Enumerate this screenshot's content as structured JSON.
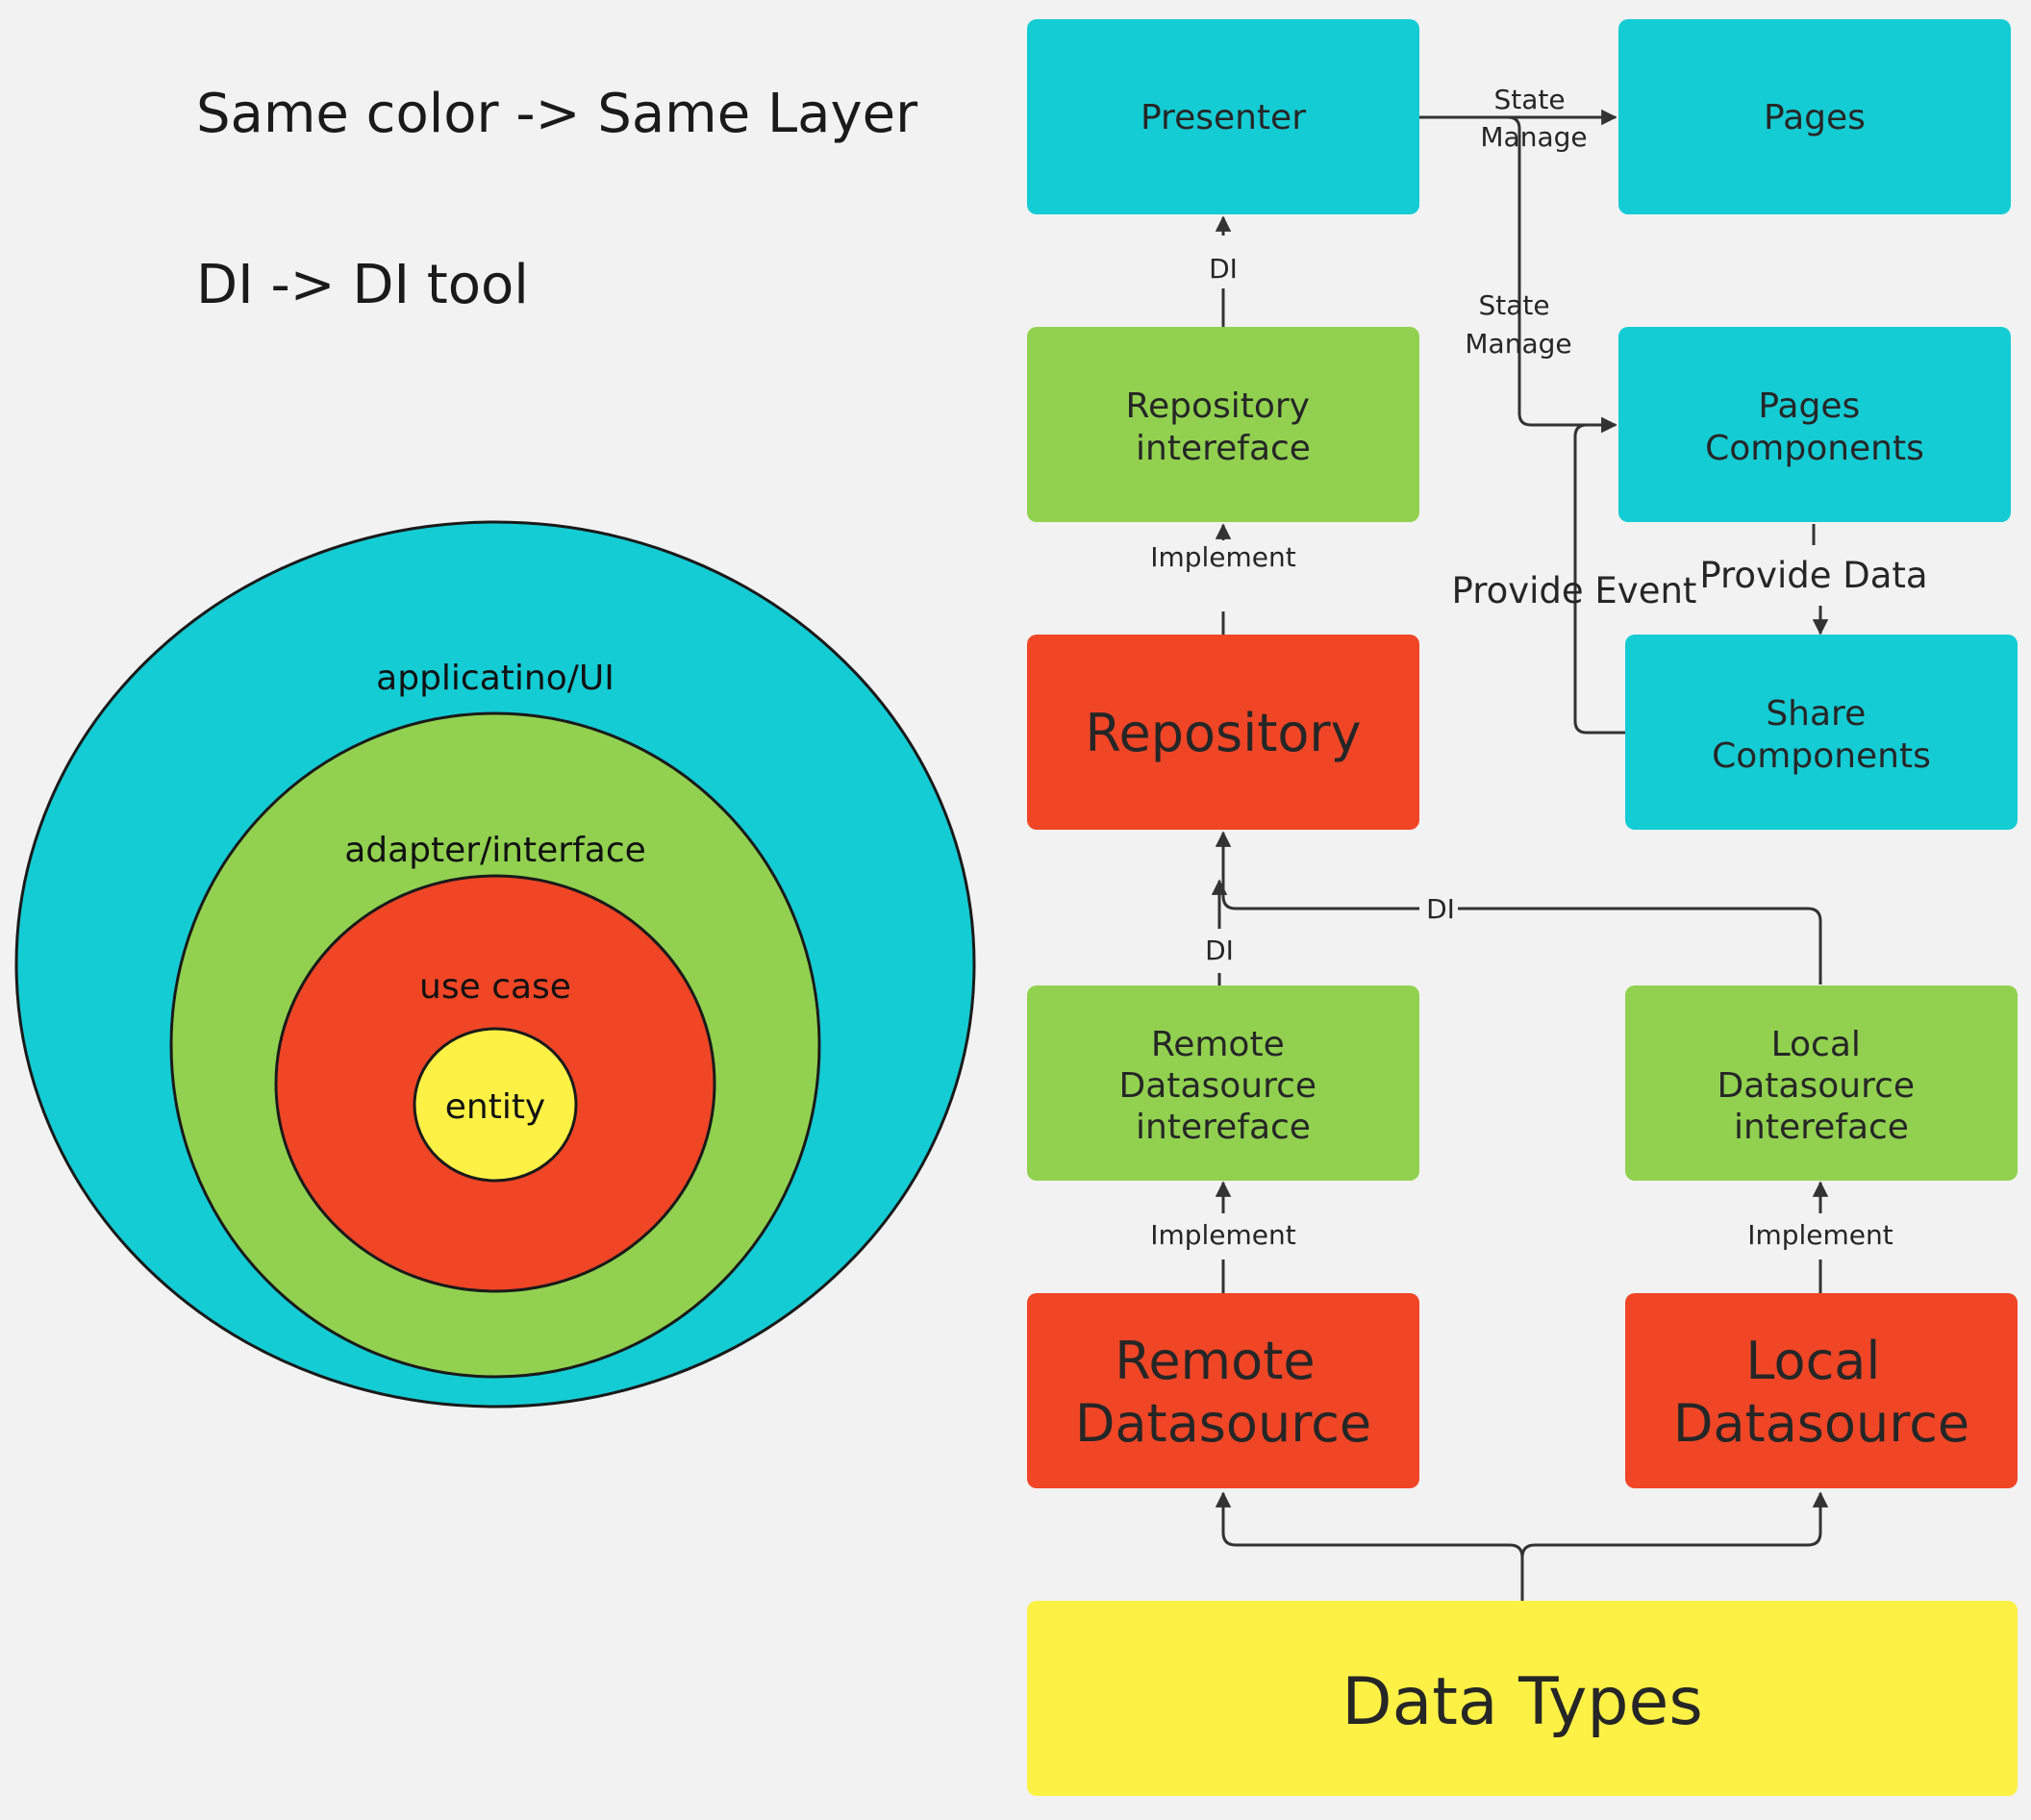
{
  "notes": {
    "same_color": "Same color -> Same Layer",
    "di_tool": "DI -> DI tool"
  },
  "rings": {
    "outer": "applicatino/UI",
    "second": "adapter/interface",
    "third": "use case",
    "core": "entity"
  },
  "boxes": {
    "presenter": [
      "Presenter"
    ],
    "pages": [
      "Pages"
    ],
    "repository_interface": [
      "Repository",
      "intereface"
    ],
    "pages_components": [
      "Pages",
      "Components"
    ],
    "repository": [
      "Repository"
    ],
    "share_components": [
      "Share",
      "Components"
    ],
    "remote_ds_interface": [
      "Remote",
      "Datasource",
      "intereface"
    ],
    "local_ds_interface": [
      "Local",
      "Datasource",
      "intereface"
    ],
    "remote_ds": [
      "Remote",
      "Datasource"
    ],
    "local_ds": [
      "Local",
      "Datasource"
    ],
    "data_types": [
      "Data Types"
    ]
  },
  "edges": {
    "state_manage_pages": [
      "State",
      "Manage"
    ],
    "state_manage_components": [
      "State",
      "Manage"
    ],
    "di_presenter": "DI",
    "implement_repo": "Implement",
    "provide_event": "Provide Event",
    "provide_data": "Provide Data",
    "di_remote": "DI",
    "di_local": "DI",
    "implement_remote": "Implement",
    "implement_local": "Implement"
  },
  "colors": {
    "cyan": "#14ccd4",
    "green": "#91d14f",
    "red": "#f04626",
    "yellow": "#fdf145",
    "background": "#f2f2f2"
  }
}
